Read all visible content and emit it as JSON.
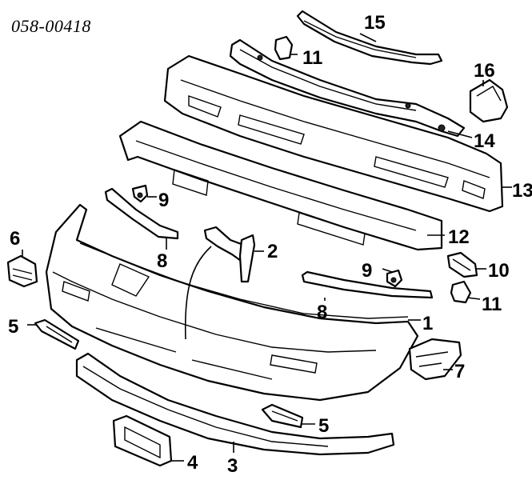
{
  "diagram": {
    "code": "058-00418",
    "callouts": [
      "15",
      "11",
      "16",
      "14",
      "13",
      "9",
      "12",
      "6",
      "2",
      "8",
      "9",
      "10",
      "11",
      "8",
      "1",
      "5",
      "7",
      "5",
      "4",
      "3"
    ]
  }
}
